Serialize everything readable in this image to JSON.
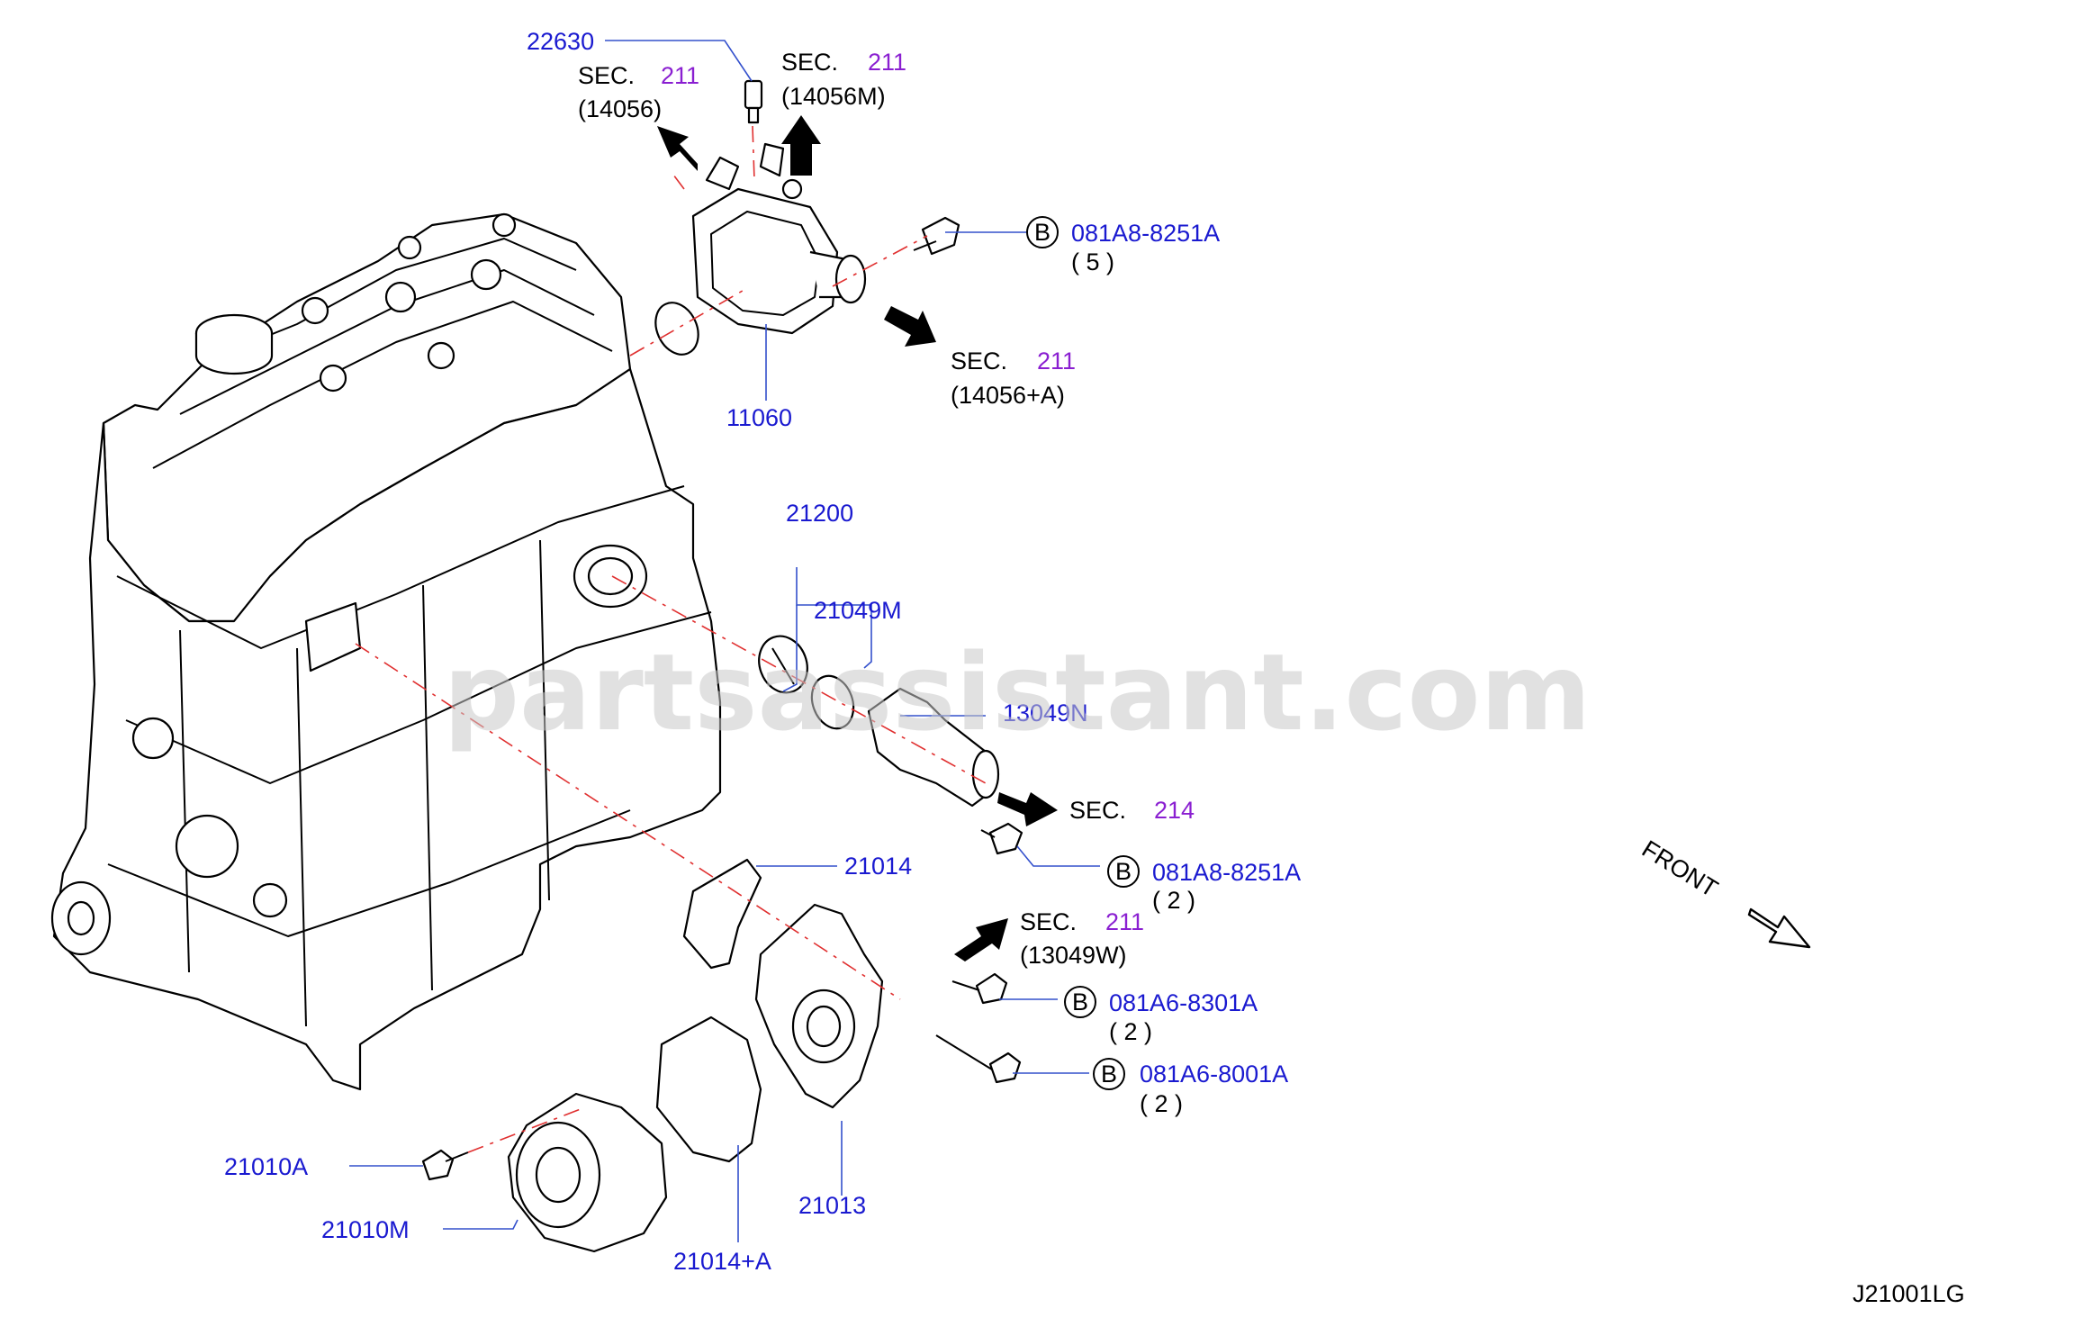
{
  "diagram": {
    "id_code": "J21001LG",
    "watermark": "partsassistant.com",
    "front_label": "FRONT",
    "colors": {
      "part_number": "#1a1ad0",
      "section_number": "#8a1fd1",
      "center_line": "#e03030",
      "leader": "#3350cc"
    },
    "parts": {
      "p22630": "22630",
      "p11060": "11060",
      "p21200": "21200",
      "p21049M": "21049M",
      "p13049N": "13049N",
      "p21014": "21014",
      "p21013": "21013",
      "p21014A": "21014+A",
      "p21010A": "21010A",
      "p21010M": "21010M"
    },
    "sections": [
      {
        "prefix": "SEC.",
        "num": "211",
        "sub": "(14056)"
      },
      {
        "prefix": "SEC.",
        "num": "211",
        "sub": "(14056M)"
      },
      {
        "prefix": "SEC.",
        "num": "211",
        "sub": "(14056+A)"
      },
      {
        "prefix": "SEC.",
        "num": "214",
        "sub": ""
      },
      {
        "prefix": "SEC.",
        "num": "211",
        "sub": "(13049W)"
      }
    ],
    "bolts": [
      {
        "marker": "B",
        "code": "081A8-8251A",
        "qty": "( 5 )"
      },
      {
        "marker": "B",
        "code": "081A8-8251A",
        "qty": "( 2 )"
      },
      {
        "marker": "B",
        "code": "081A6-8301A",
        "qty": "( 2 )"
      },
      {
        "marker": "B",
        "code": "081A6-8001A",
        "qty": "( 2 )"
      }
    ]
  }
}
